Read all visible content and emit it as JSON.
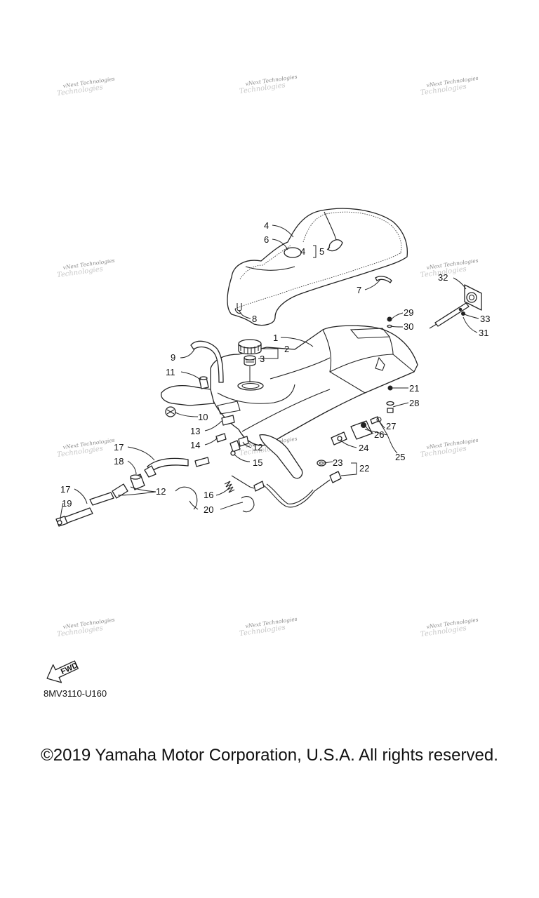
{
  "watermark": {
    "line1": "vNext Technologies",
    "line2": "Technologies"
  },
  "callouts": {
    "c1": "1",
    "c2": "2",
    "c3": "3",
    "c4a": "4",
    "c4b": "4",
    "c5": "5",
    "c6": "6",
    "c7": "7",
    "c8": "8",
    "c9": "9",
    "c10": "10",
    "c11": "11",
    "c12a": "12",
    "c12b": "12",
    "c13": "13",
    "c14": "14",
    "c15": "15",
    "c16": "16",
    "c17a": "17",
    "c17b": "17",
    "c18": "18",
    "c19": "19",
    "c20": "20",
    "c21": "21",
    "c22": "22",
    "c23": "23",
    "c24": "24",
    "c25": "25",
    "c26": "26",
    "c27": "27",
    "c28": "28",
    "c29": "29",
    "c30": "30",
    "c31": "31",
    "c32": "32",
    "c33": "33"
  },
  "fwd_label": "FWD",
  "diagram_code": "8MV3110-U160",
  "copyright": "©2019 Yamaha Motor Corporation, U.S.A. All rights reserved."
}
